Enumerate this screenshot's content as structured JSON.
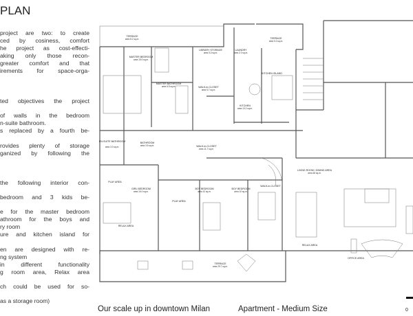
{
  "heading": "PLAN",
  "text_lines": [
    "project are two: to create",
    "ced by cosiness, comfort",
    "he project as cost-effecti-",
    "aking only those recon-",
    "greater comfort and that",
    "irements for space-orga-",
    "ted objectives the project",
    "of walls in the bedroom",
    "n-suite bathroom.",
    "s replaced by a fourth be-",
    "rovides plenty of storage",
    "ganized by following the",
    "the following interior con-",
    "bedroom and 3 kids be-",
    "e for the master bedroom",
    "athroom for the boys and",
    "ry room",
    "ure and kitchen island for",
    "en are designed with re-",
    "ng system",
    "in different functionality",
    "g room area, Relax area",
    "ch could be used for so-",
    "as a storage room)"
  ],
  "rooms": {
    "terrace_top_left": {
      "name": "TERRACE",
      "area": "area 8.2 sq.m."
    },
    "master_bedroom": {
      "name": "MASTER BEDROOM",
      "area": "area 15.0 sq.m."
    },
    "master_bathroom": {
      "name": "MASTER BATHROOM",
      "area": "area 6.5 sq.m."
    },
    "library_storage": {
      "name": "LIBRARY STORAGE",
      "area": "area 5.0 sq.m."
    },
    "laundry": {
      "name": "LAUNDRY",
      "area": "area 2.0 sq.m."
    },
    "terrace_top_right": {
      "name": "TERRACE",
      "area": "area 5.0 sq.m."
    },
    "walk_in_closet_1": {
      "name": "WALK-in-CLOSET",
      "area": "area 5.7 sq.m."
    },
    "kitchen_island": {
      "name": "KITCHEN ISLAND"
    },
    "kitchen": {
      "name": "KITCHEN",
      "area": "area 10.2 sq.m."
    },
    "en_suite_bathroom": {
      "name": "EN-SUITE BATHROOM",
      "area": "area 3.0 sq.m."
    },
    "bathroom": {
      "name": "BATHROOM",
      "area": "area 3.6 sq.m."
    },
    "walk_in_closet_2": {
      "name": "WALK-in-CLOSET",
      "area": "area 11.7 sq.m."
    },
    "play_area_1": {
      "name": "PLAY AREA"
    },
    "girl_bedroom": {
      "name": "GIRL BEDROOM",
      "area": "area 16.0 sq.m."
    },
    "relax_area_1": {
      "name": "RELAX AREA"
    },
    "boy_bedroom_1": {
      "name": "BOY BEDROOM",
      "area": "area 10 sq.m."
    },
    "play_area_2": {
      "name": "PLAY AREA"
    },
    "boy_bedroom_2": {
      "name": "BOY BEDROOM",
      "area": "area 10 sq.m."
    },
    "walk_in_closet_3": {
      "name": "WALK-in-CLOSET"
    },
    "living_dining": {
      "name": "LIVING ROOM / DINING AREA",
      "area": "area 48 sq.m."
    },
    "relax_area_2": {
      "name": "RELAX AREA"
    },
    "office_area": {
      "name": "OFFICE AREA"
    },
    "terrace_bottom": {
      "name": "TERRACE",
      "area": "area 29.7 sq.m."
    }
  },
  "captions": {
    "left": "Our scale up in downtown Milan",
    "right": "Apartment - Medium Size",
    "scale_zero": "0"
  }
}
